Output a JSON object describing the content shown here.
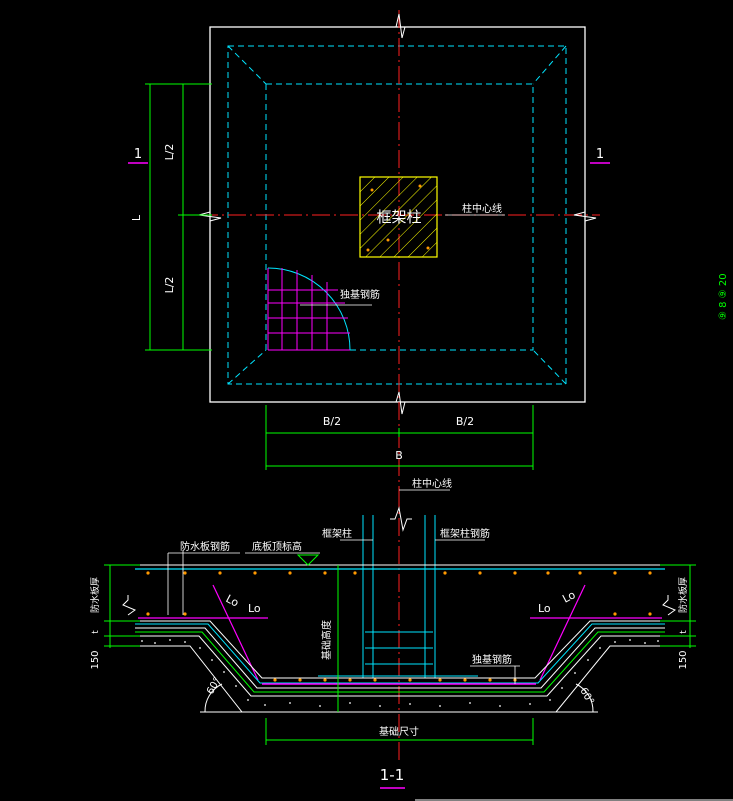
{
  "plan": {
    "dim_L": "L",
    "dim_L_half_top": "L/2",
    "dim_L_half_bottom": "L/2",
    "dim_B": "B",
    "dim_B_half_left": "B/2",
    "dim_B_half_right": "B/2",
    "section_mark_left": "1",
    "section_mark_right": "1",
    "column_label": "框架柱",
    "column_centerline": "柱中心线",
    "rebar_label": "独基钢筋",
    "side_note": "⑨ 8 ⑨ 20"
  },
  "section": {
    "column_centerline": "柱中心线",
    "column_label": "框架柱",
    "column_rebar": "框架柱钢筋",
    "waterproof_rebar": "防水板钢筋",
    "slab_elevation": "底板顶标高",
    "left_thickness": "防水板厚",
    "right_thickness": "防水板厚",
    "foundation_height": "基础高度",
    "base_rebar": "独基钢筋",
    "lo_left_1": "Lo",
    "lo_left_2": "Lo",
    "lo_right_1": "Lo",
    "lo_right_2": "Lo",
    "t_left": "t",
    "t_right": "t",
    "dim_150_left": "150",
    "dim_150_right": "150",
    "angle_left": "60°",
    "angle_right": "60°",
    "base_size": "基础尺寸",
    "title": "1-1"
  },
  "colors": {
    "background": "#000000",
    "white": "#ffffff",
    "red": "#ff2020",
    "green": "#00ff00",
    "cyan": "#00e5ff",
    "magenta": "#ff00ff",
    "yellow": "#ffff00",
    "orange": "#ff9900"
  }
}
